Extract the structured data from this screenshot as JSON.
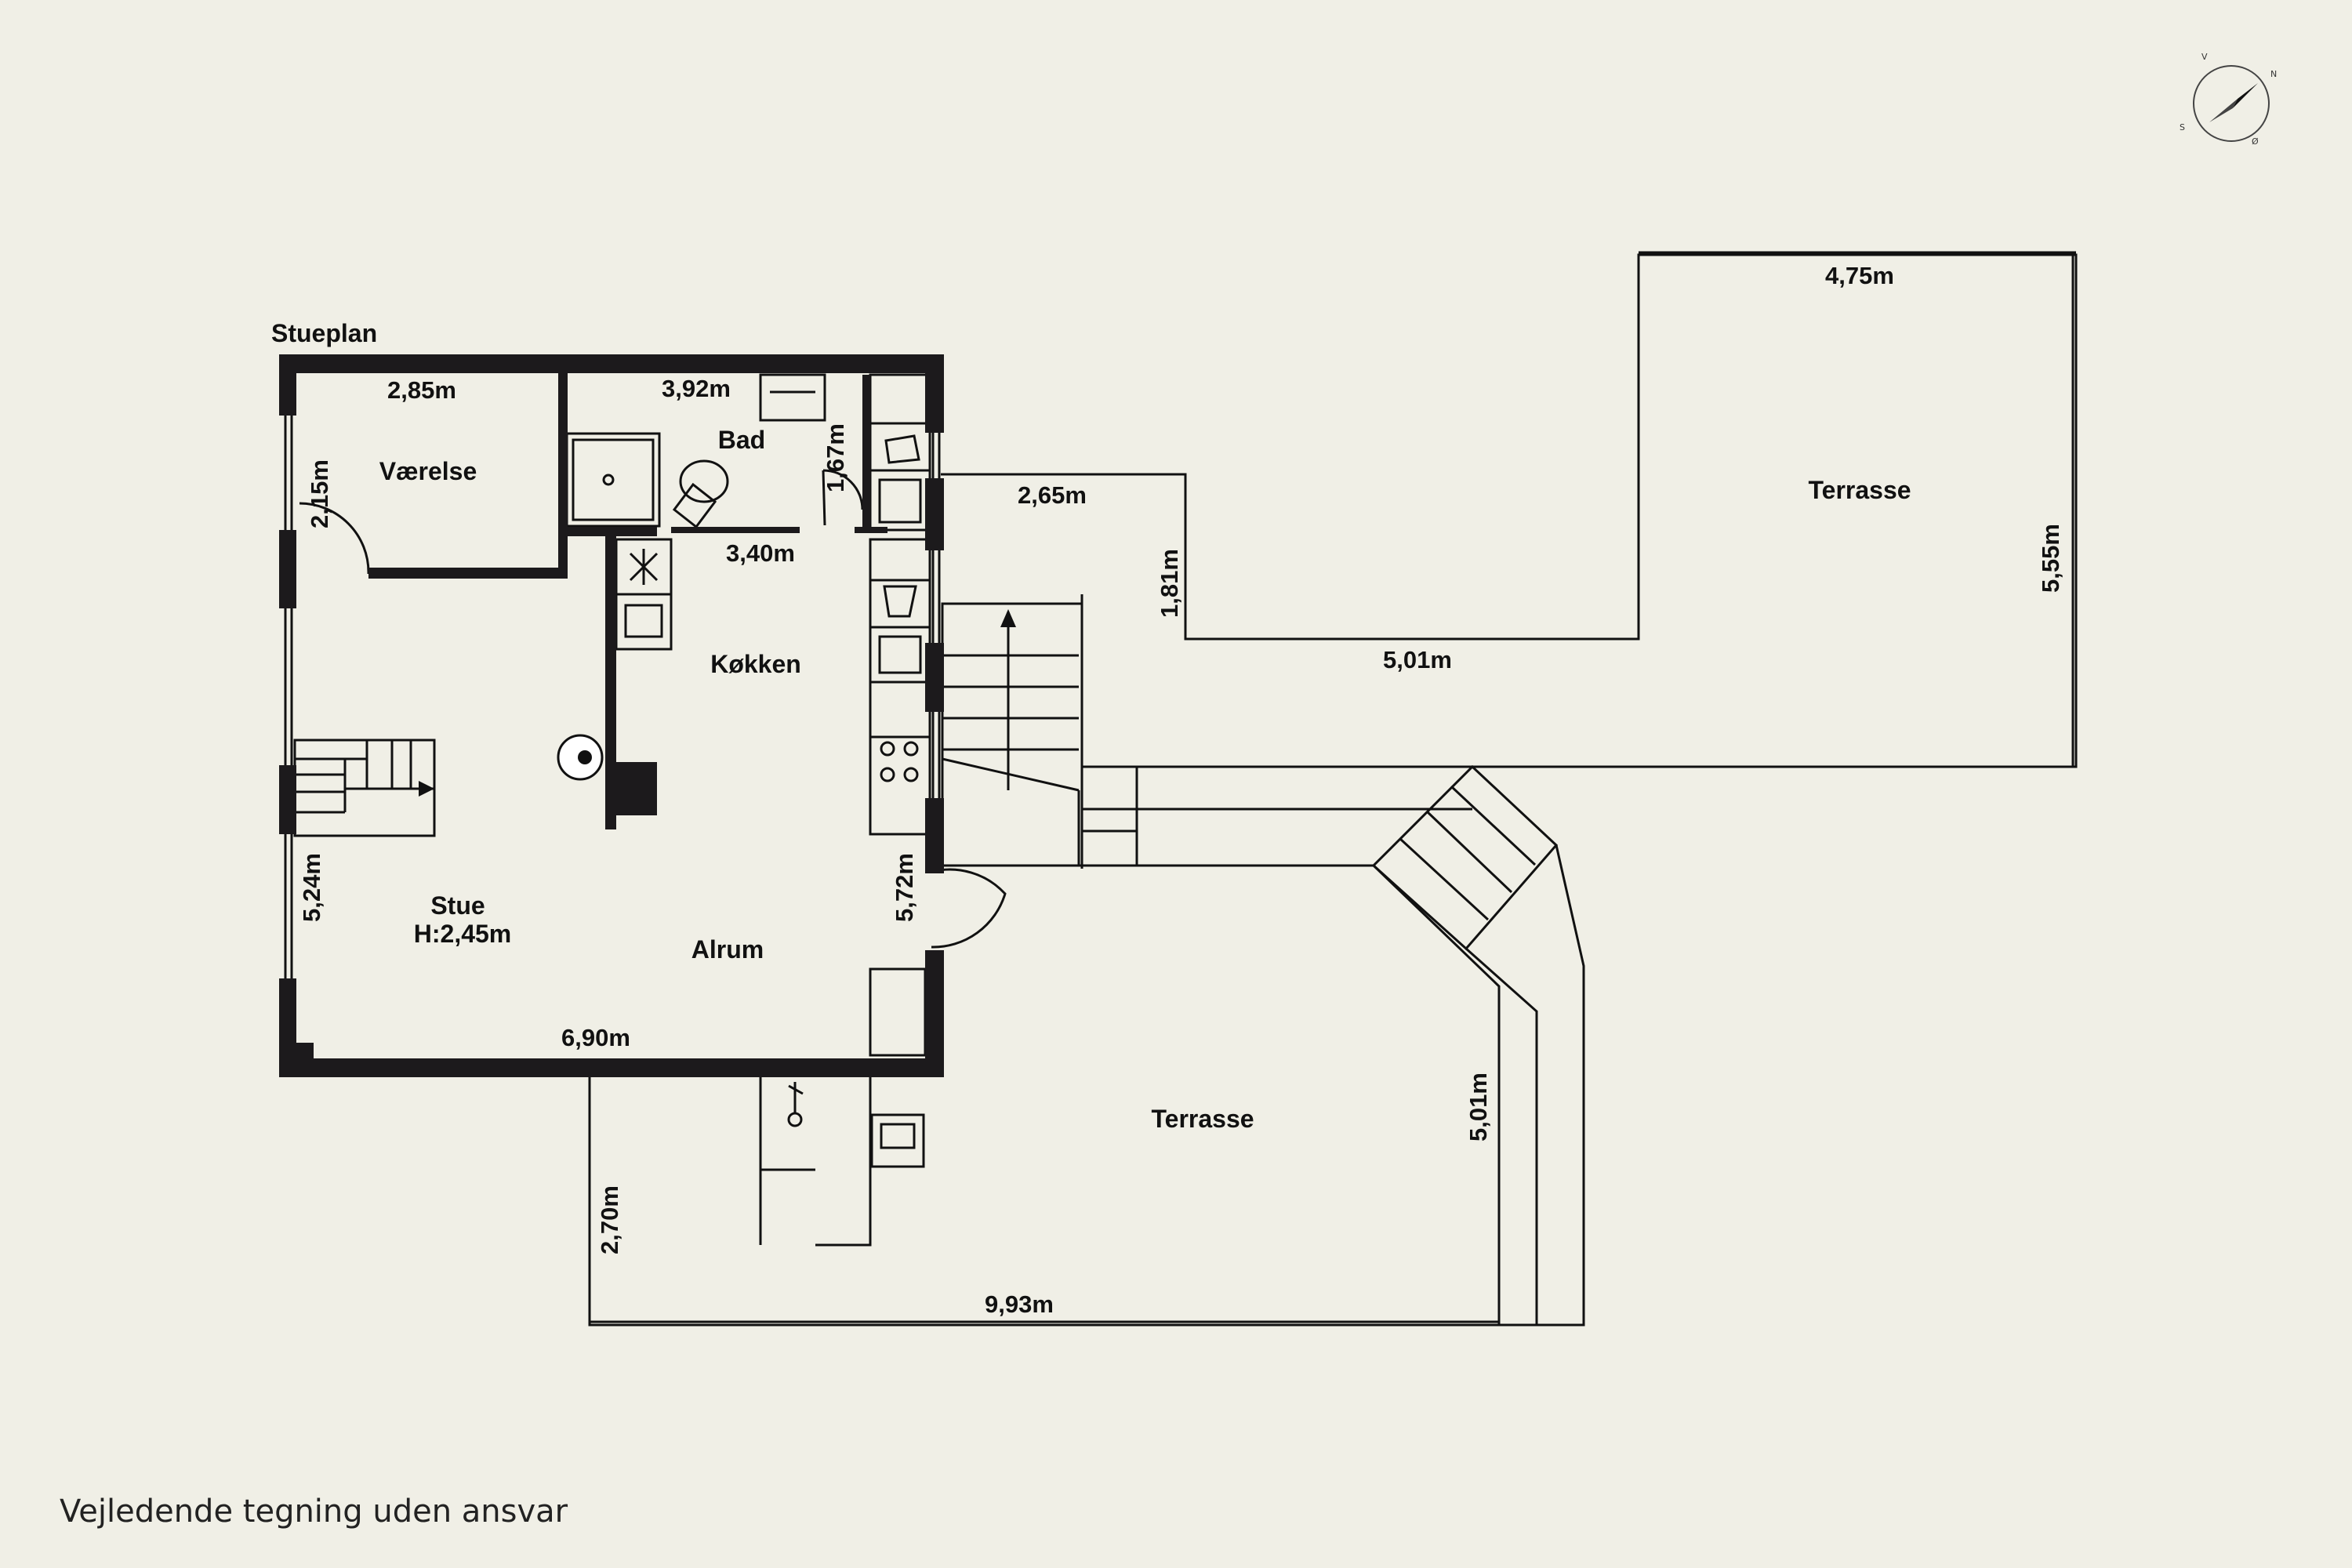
{
  "floor_title": "Stueplan",
  "disclaimer": "Vejledende tegning uden ansvar",
  "compass": {
    "n": "N",
    "s": "S",
    "v": "V",
    "o": "Ø"
  },
  "rooms": {
    "vaerelse": "Værelse",
    "bad": "Bad",
    "kokken": "Køkken",
    "stue": "Stue",
    "stue_height": "H:2,45m",
    "alrum": "Alrum",
    "terrasse_top": "Terrasse",
    "terrasse_bottom": "Terrasse"
  },
  "dimensions": {
    "vaerelse_width": "2,85m",
    "vaerelse_depth": "2,15m",
    "bad_width": "3,92m",
    "bad_depth": "1,67m",
    "kokken_width": "3,40m",
    "stue_depth": "5,24m",
    "alrum_depth": "5,72m",
    "alrum_width": "6,90m",
    "terrace_top_width": "4,75m",
    "terrace_top_depth": "5,55m",
    "terrace_notch_width": "2,65m",
    "terrace_notch_depth": "1,81m",
    "terrace_inner_width": "5,01m",
    "terrace_bottom_depth_right": "5,01m",
    "terrace_bottom_depth_left": "2,70m",
    "terrace_bottom_width": "9,93m"
  }
}
